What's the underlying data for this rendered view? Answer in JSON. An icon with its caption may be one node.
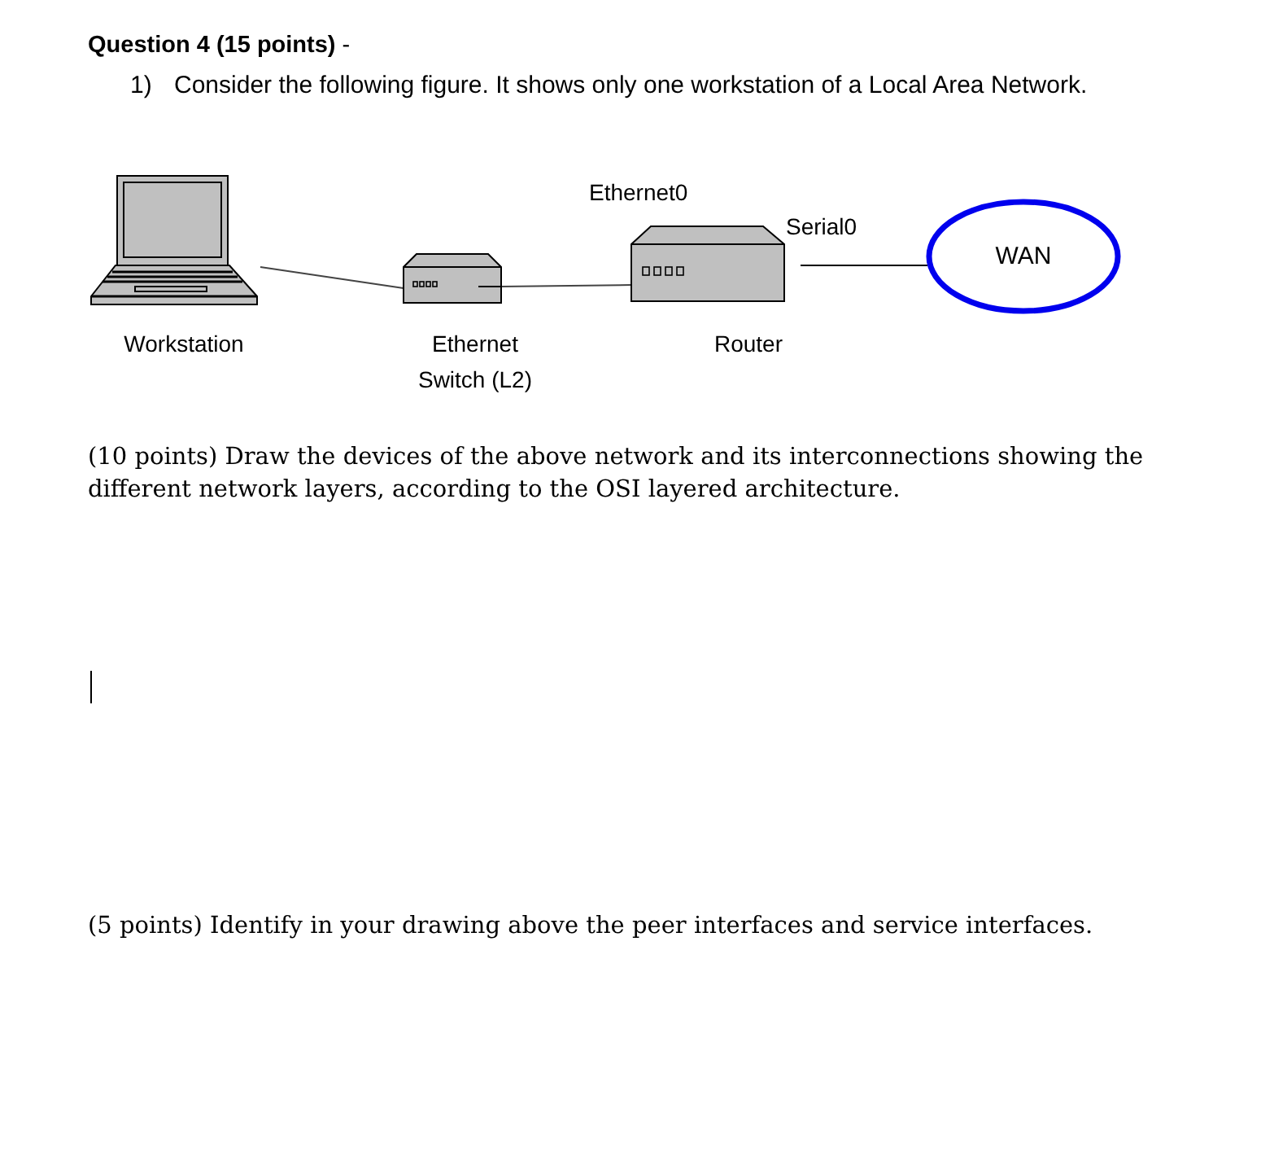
{
  "diagram": {
    "title": "**Question 4 (15 points)** -",
    "nodes": [
      {
        "text": [
          "Workstation"
        ]
      },
      {
        "text": [
          "Ethernet Switch (L2)"
        ]
      },
      {
        "text": [
          "Router"
        ],
        "beside": [
          "Ethernet0",
          "Serial0"
        ]
      },
      {
        "text": [
          "WAN"
        ]
      }
    ],
    "edges": [
      {
        "from": 0,
        "to": 1,
        "arrow": "none",
        "color": "#444444"
      },
      {
        "from": 1,
        "to": 2,
        "arrow": "none",
        "color": "#444444"
      },
      {
        "from": 2,
        "to": 3,
        "arrow": "none"
      }
    ],
    "labels": [
      "1)",
      "Consider the following figure. It shows only one workstation of a Local Area Network.",
      "(10 points) Draw the devices of the above network and its interconnections showing the different network layers, according to the OSI layered architecture.",
      "(5 points) Identify in your drawing above the peer interfaces and service interfaces."
    ]
  }
}
